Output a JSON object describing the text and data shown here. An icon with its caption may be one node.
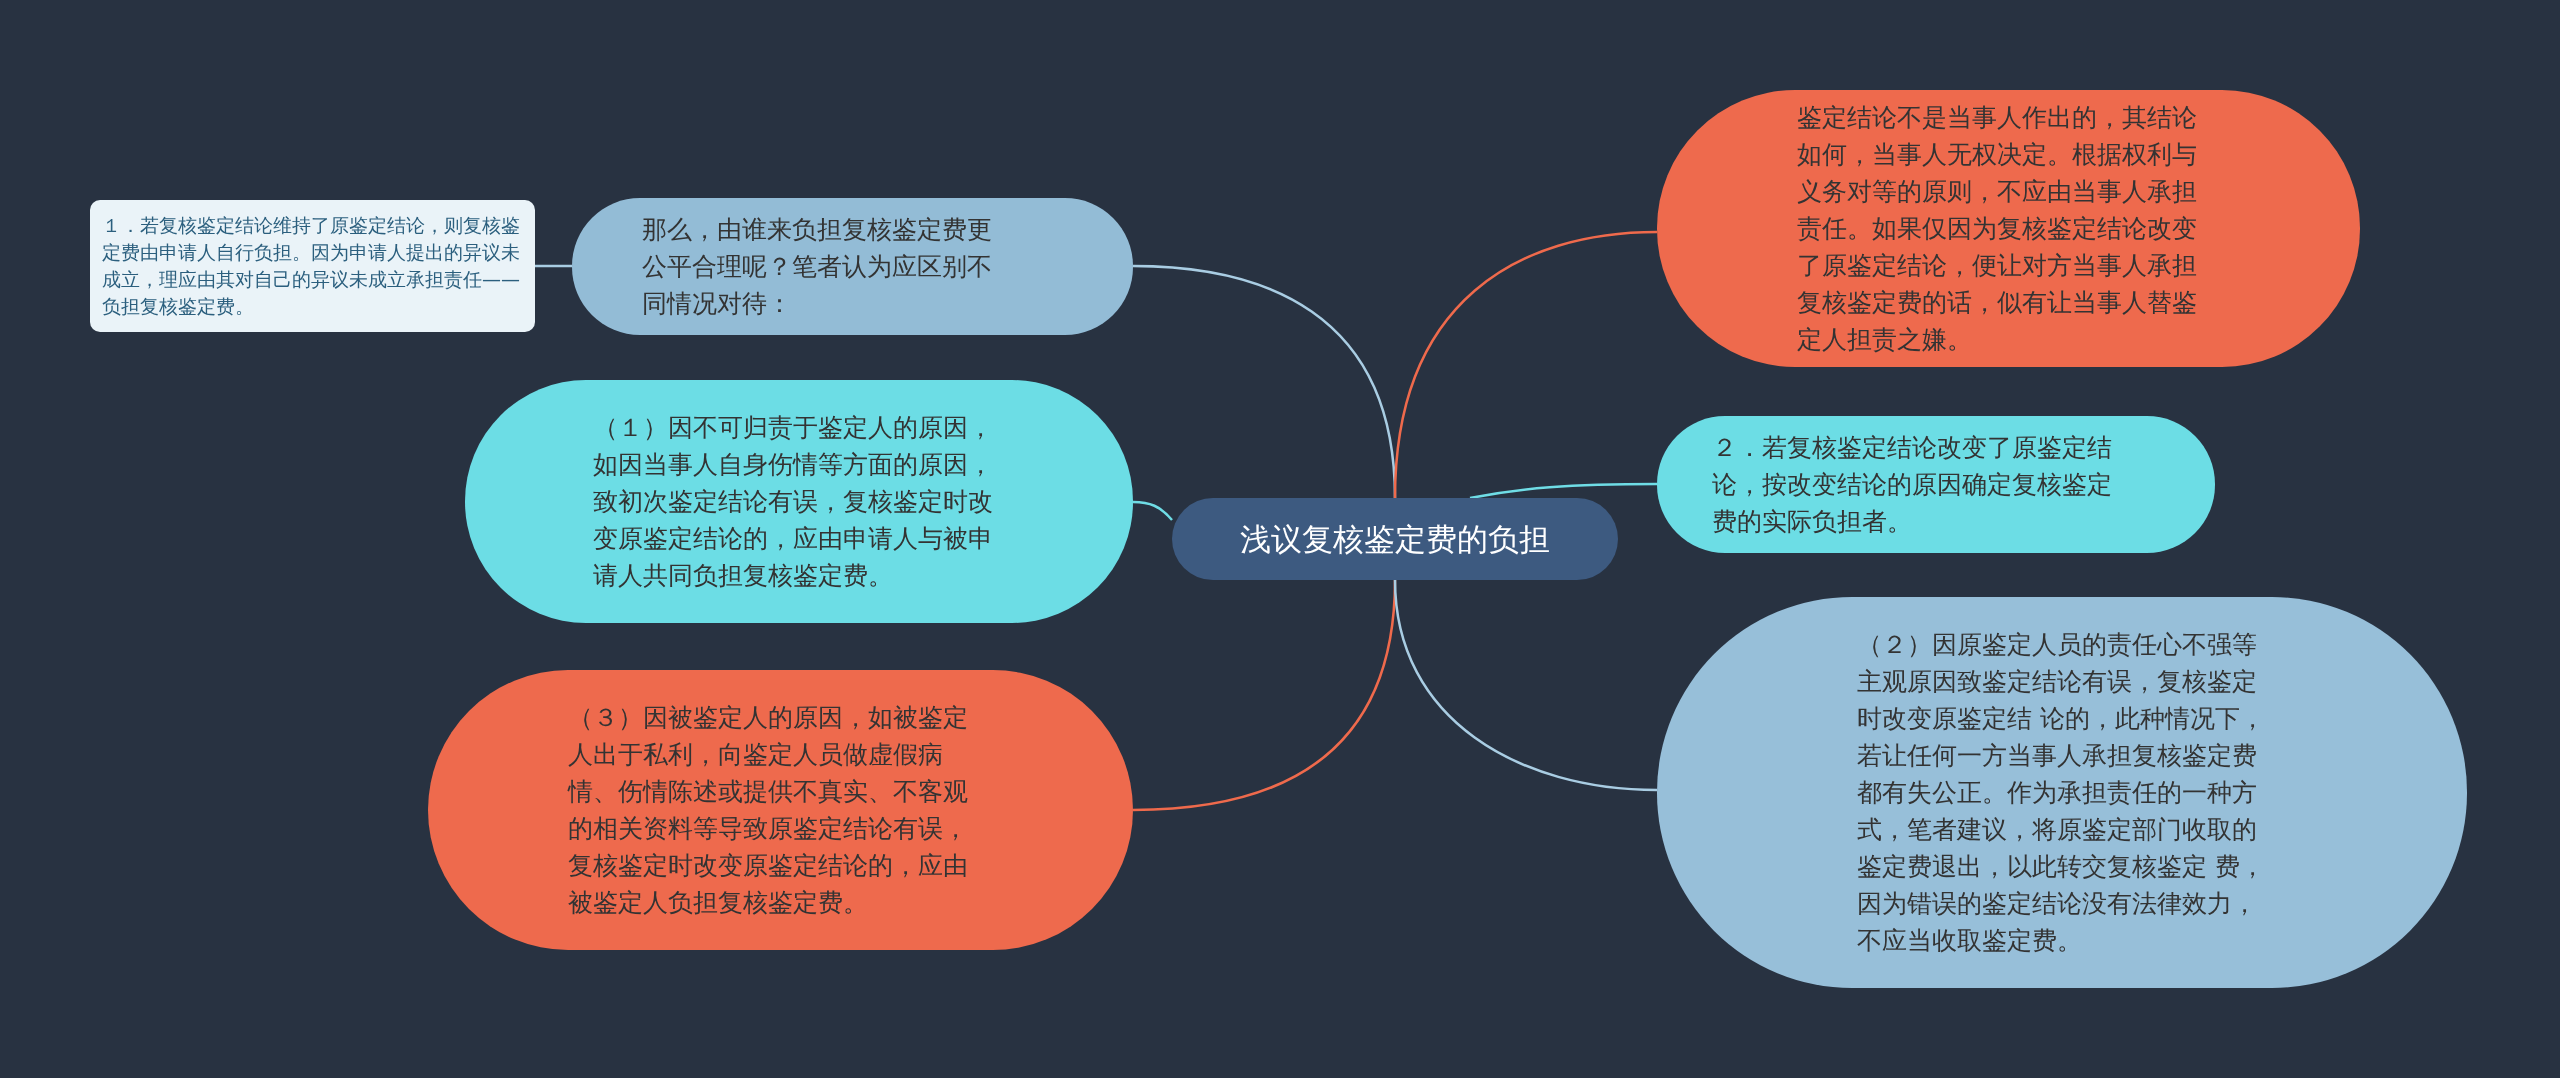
{
  "diagram": {
    "nodes": [
      {
        "text": [
          "浅议复核鉴定费的负担"
        ]
      },
      {
        "text": [
          "那么，由谁来负担复核鉴定费更公平合理呢？笔者认为应区别不同情况对待："
        ]
      },
      {
        "text": [
          "１．若复核鉴定结论维持了原鉴定结论，则复核鉴定费由申请人自行负担。因为申请人提出的异议未成立，理应由其对自己的异议未成立承担责任——负担复核鉴定费。"
        ]
      },
      {
        "text": [
          "（１）因不可归责于鉴定人的原因，如因当事人自身伤情等方面的原因，致初次鉴定结论有误，复核鉴定时改变原鉴定结论的，应由申请人与被申请人共同负担复核鉴定费。"
        ]
      },
      {
        "text": [
          "（３）因被鉴定人的原因，如被鉴定人出于私利，向鉴定人员做虚假病情、伤情陈述或提供不真实、不客观的相关资料等导致原鉴定结论有误，复核鉴定时改变原鉴定结论的，应由被鉴定人负担复核鉴定费。"
        ]
      },
      {
        "text": [
          "鉴定结论不是当事人作出的，其结论如何，当事人无权决定。根据权利与义务对等的原则，不应由当事人承担责任。如果仅因为复核鉴定结论改变了原鉴定结论，便让对方当事人承担复核鉴定费的话，似有让当事人替鉴定人担责之嫌。"
        ]
      },
      {
        "text": [
          "２．若复核鉴定结论改变了原鉴定结论，按改变结论的原因确定复核鉴定费的实际负担者。"
        ]
      },
      {
        "text": [
          "（２）因原鉴定人员的责任心不强等主观原因致鉴定结论有误，复核鉴定时改变原鉴定结 论的，此种情况下，若让任何一方当事人承担复核鉴定费都有失公正。作为承担责任的一种方式，笔者建议，将原鉴定部门收取的鉴定费退出，以此转交复核鉴定 费，因为错误的鉴定结论没有法律效力，不应当收取鉴定费。"
        ]
      }
    ],
    "edges": [
      {
        "from": 0,
        "to": 1,
        "arrow": "none"
      },
      {
        "from": 1,
        "to": 2,
        "arrow": "none"
      },
      {
        "from": 0,
        "to": 3,
        "arrow": "none",
        "color": "#6fdde6"
      },
      {
        "from": 0,
        "to": 4,
        "arrow": "none",
        "color": "#ef6a4c"
      },
      {
        "from": 0,
        "to": 5,
        "arrow": "none",
        "color": "#ef6a4c"
      },
      {
        "from": 0,
        "to": 6,
        "arrow": "none",
        "color": "#6fdde6"
      },
      {
        "from": 0,
        "to": 7,
        "arrow": "none"
      }
    ]
  }
}
